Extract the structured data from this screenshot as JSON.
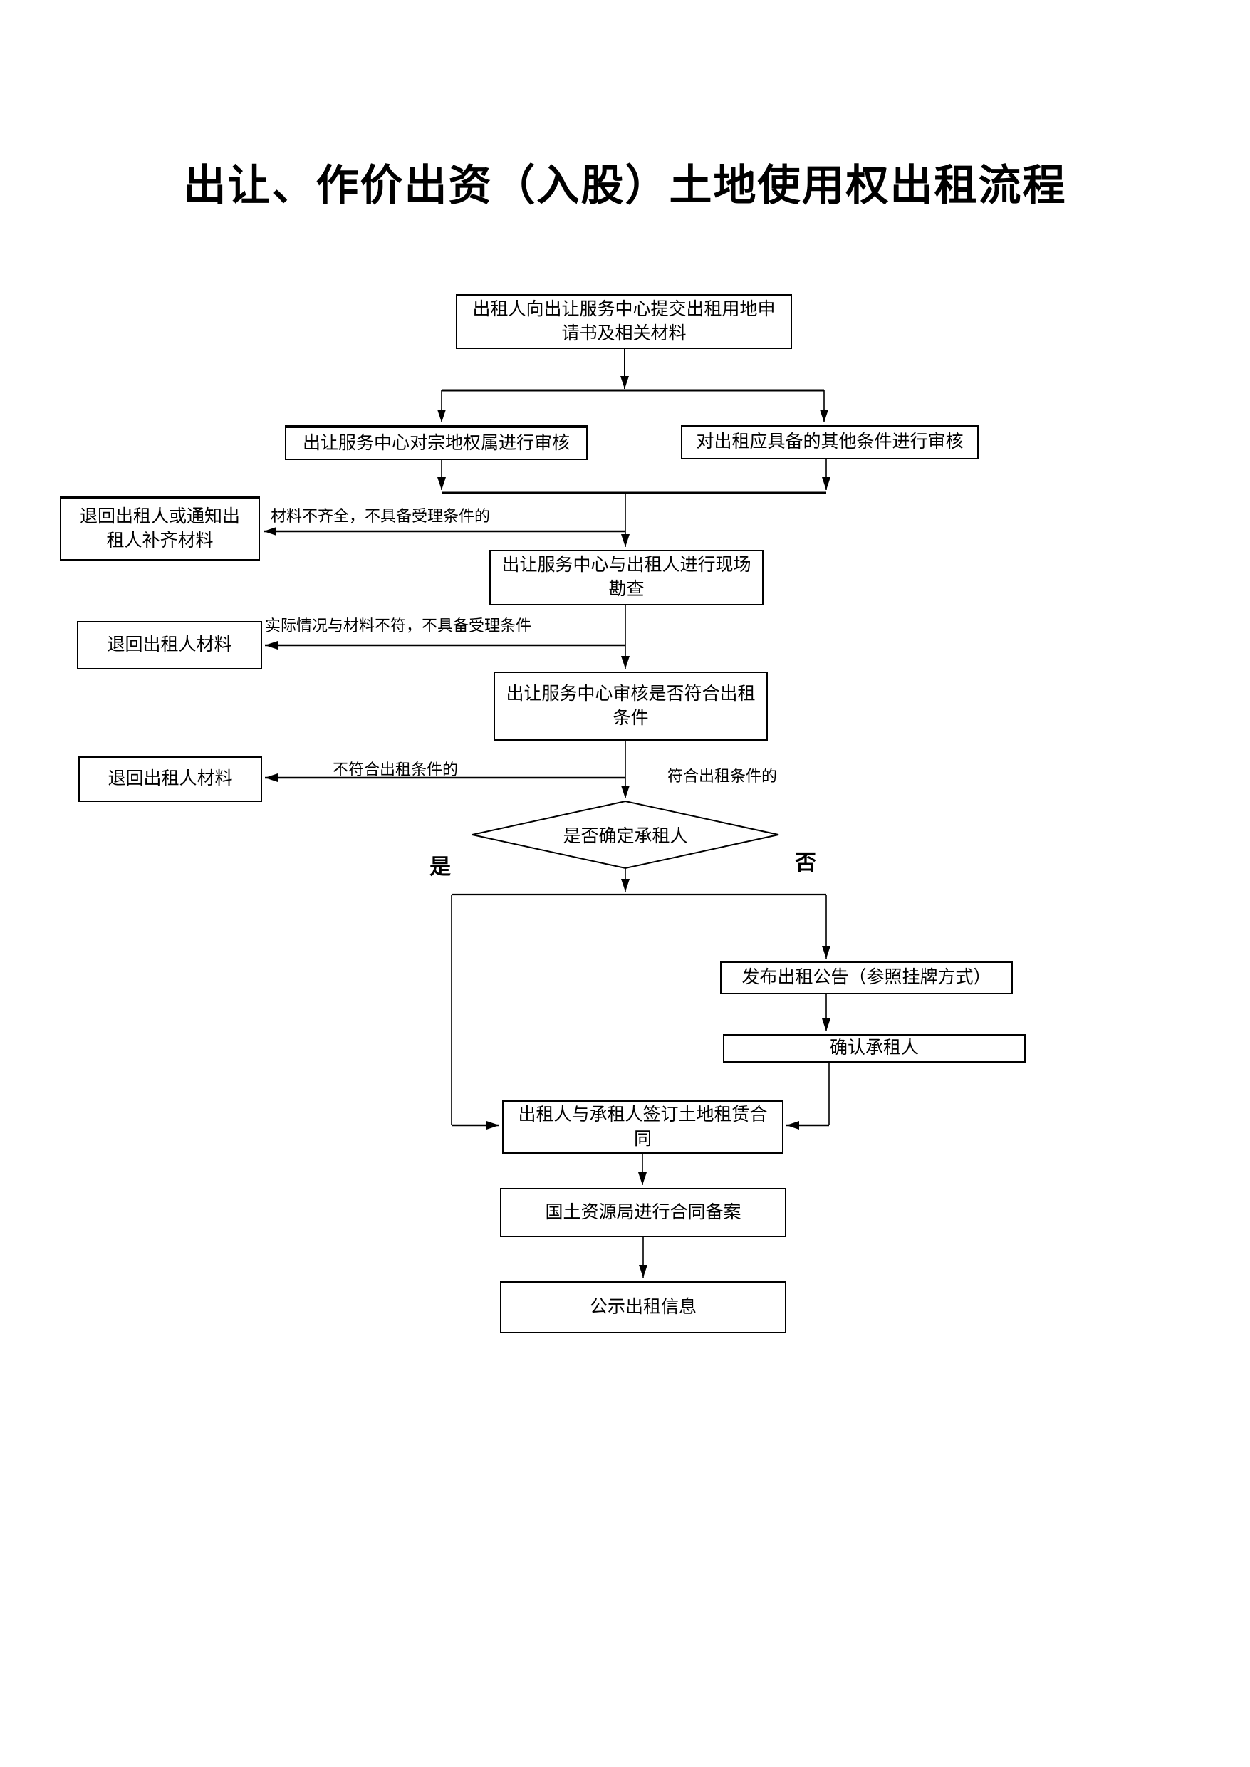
{
  "title": "出让、作价出资（入股）土地使用权出租流程",
  "nodes": {
    "apply": {
      "label": "出租人向出让服务中心提交出租用地申请书及相关材料"
    },
    "review_parcel": {
      "label": "出让服务中心对宗地权属进行审核"
    },
    "review_other": {
      "label": "对出租应具备的其他条件进行审核"
    },
    "return_notify": {
      "label": "退回出租人或通知出租人补齐材料"
    },
    "site_survey": {
      "label": "出让服务中心与出租人进行现场勘查"
    },
    "return_materials_1": {
      "label": "退回出租人材料"
    },
    "review_conditions": {
      "label": "出让服务中心审核是否符合出租条件"
    },
    "return_materials_2": {
      "label": "退回出租人材料"
    },
    "decision_lessee": {
      "label": "是否确定承租人"
    },
    "publish_notice": {
      "label": "发布出租公告（参照挂牌方式）"
    },
    "confirm_lessee": {
      "label": "确认承租人"
    },
    "sign_contract": {
      "label": "出租人与承租人签订土地租赁合同"
    },
    "contract_filing": {
      "label": "国土资源局进行合同备案"
    },
    "publicize_info": {
      "label": "公示出租信息"
    }
  },
  "edge_labels": {
    "incomplete": "材料不齐全，不具备受理条件的",
    "mismatch": "实际情况与材料不符，不具备受理条件",
    "not_qualified": "不符合出租条件的",
    "qualified": "符合出租条件的",
    "yes": "是",
    "no": "否"
  },
  "colors": {
    "line": "#000000",
    "background": "#ffffff"
  }
}
